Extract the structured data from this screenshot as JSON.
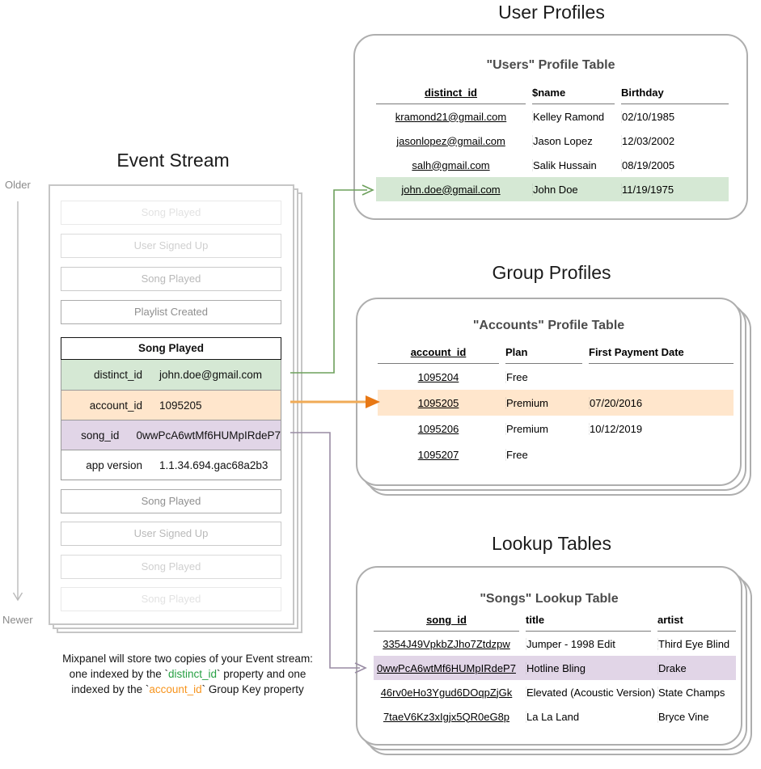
{
  "event_stream": {
    "title": "Event Stream",
    "older": "Older",
    "newer": "Newer",
    "before": [
      "Song Played",
      "User Signed Up",
      "Song Played",
      "Playlist Created"
    ],
    "event": {
      "name": "Song Played",
      "props": [
        {
          "k": "distinct_id",
          "v": "john.doe@gmail.com"
        },
        {
          "k": "account_id",
          "v": "1095205"
        },
        {
          "k": "song_id",
          "v": "0wwPcA6wtMf6HUMpIRdeP7"
        },
        {
          "k": "app version",
          "v": "1.1.34.694.gac68a2b3"
        }
      ]
    },
    "after": [
      "Song Played",
      "User Signed Up",
      "Song Played",
      "Song Played"
    ]
  },
  "caption": {
    "line1": "Mixpanel will store two copies of your Event stream:",
    "line2": {
      "pre": "one indexed by the `",
      "key": "distinct_id",
      "post": "` property and one"
    },
    "line3": {
      "pre": "indexed by the `",
      "key": "account_id",
      "post": "` Group Key property"
    }
  },
  "user_profiles": {
    "section_title": "User Profiles",
    "table_title": "\"Users\" Profile Table",
    "columns": [
      "distinct_id",
      "$name",
      "Birthday"
    ],
    "rows": [
      [
        "kramond21@gmail.com",
        "Kelley Ramond",
        "02/10/1985"
      ],
      [
        "jasonlopez@gmail.com",
        "Jason Lopez",
        "12/03/2002"
      ],
      [
        "salh@gmail.com",
        "Salik Hussain",
        "08/19/2005"
      ],
      [
        "john.doe@gmail.com",
        "John Doe",
        "11/19/1975"
      ]
    ],
    "highlighted_row": "john.doe@gmail.com"
  },
  "group_profiles": {
    "section_title": "Group Profiles",
    "table_title": "\"Accounts\" Profile Table",
    "columns": [
      "account_id",
      "Plan",
      "First Payment Date"
    ],
    "rows": [
      [
        "1095204",
        "Free",
        ""
      ],
      [
        "1095205",
        "Premium",
        "07/20/2016"
      ],
      [
        "1095206",
        "Premium",
        "10/12/2019"
      ],
      [
        "1095207",
        "Free",
        ""
      ]
    ],
    "highlighted_row": "1095205"
  },
  "lookup_tables": {
    "section_title": "Lookup Tables",
    "table_title": "\"Songs\" Lookup Table",
    "columns": [
      "song_id",
      "title",
      "artist"
    ],
    "rows": [
      [
        "3354J49VpkbZJho7Ztdzpw",
        "Jumper - 1998 Edit",
        "Third Eye Blind"
      ],
      [
        "0wwPcA6wtMf6HUMpIRdeP7",
        "Hotline Bling",
        "Drake"
      ],
      [
        "46rv0eHo3Ygud6DOqpZjGk",
        "Elevated (Acoustic Version)",
        "State Champs"
      ],
      [
        "7taeV6Kz3xIgjx5QR0eG8p",
        "La La Land",
        "Bryce Vine"
      ]
    ],
    "highlighted_row": "0wwPcA6wtMf6HUMpIRdeP7"
  },
  "colors": {
    "green_highlight": "#d5e8d4",
    "orange_highlight": "#ffe6cc",
    "purple_highlight": "#e1d5e7",
    "green_connector": "#6da05c",
    "orange_connector": "#f0ab57",
    "orange_connector_head": "#e87814",
    "purple_connector": "#998ca4",
    "timeline_gray": "#b9b9b9",
    "keyword_green": "#27a043",
    "keyword_orange": "#f7941d"
  }
}
